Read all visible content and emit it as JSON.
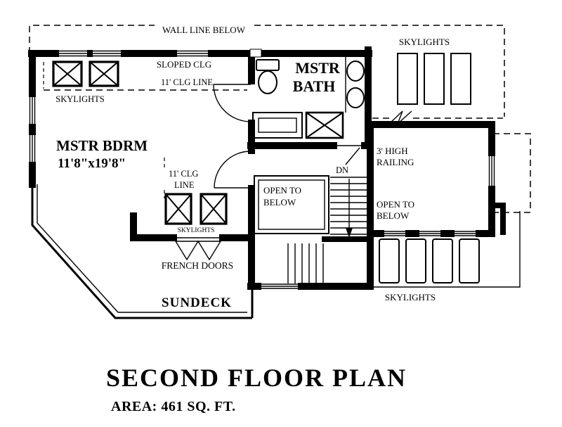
{
  "plan": {
    "labels": {
      "wall_line_below": "WALL LINE BELOW",
      "sloped_clg": "SLOPED CLG",
      "clg_line_top": "11' CLG LINE",
      "skylights_bedroom": "SKYLIGHTS",
      "mstr_bdrm": "MSTR BDRM",
      "mstr_bdrm_dims": "11'8\"x19'8\"",
      "mstr_bath_line1": "MSTR",
      "mstr_bath_line2": "BATH",
      "skylights_top_right": "SKYLIGHTS",
      "railing_line1": "3' HIGH",
      "railing_line2": "RAILING",
      "dn": "DN",
      "open_below_center_line1": "OPEN TO",
      "open_below_center_line2": "BELOW",
      "open_below_right_line1": "OPEN TO",
      "open_below_right_line2": "BELOW",
      "clg_line_mid_line1": "11' CLG",
      "clg_line_mid_line2": "LINE",
      "skylights_mid": "SKYLIGHTS",
      "french_doors": "FRENCH DOORS",
      "sundeck": "SUNDECK",
      "skylights_bottom_right": "SKYLIGHTS"
    },
    "title": "SECOND FLOOR PLAN",
    "area_caption": "AREA: 461 SQ. FT.",
    "colors": {
      "ink": "#000000",
      "paper": "#ffffff"
    }
  }
}
